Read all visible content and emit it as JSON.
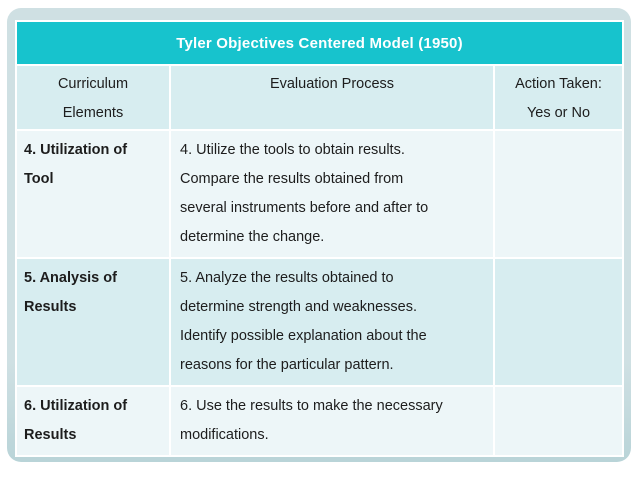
{
  "colors": {
    "accent": "#17c3cd",
    "panel": "#cfe0e3",
    "grid": "#ffffff",
    "row_light": "#edf6f8",
    "row_cyan": "#d7edf0",
    "text": "#1d1d1d",
    "title_text": "#ffffff"
  },
  "table": {
    "title": "Tyler Objectives Centered Model (1950)",
    "headers": [
      "Curriculum\nElements",
      "Evaluation Process",
      "Action Taken:\nYes or No"
    ],
    "rows": [
      {
        "element": "4. Utilization of\nTool",
        "process": "4. Utilize the tools to obtain results.\nCompare the results obtained from\nseveral instruments before and after to\ndetermine the change.",
        "action": ""
      },
      {
        "element": "5. Analysis of\nResults",
        "process": "5. Analyze the results obtained to\ndetermine strength and weaknesses.\nIdentify possible explanation about the\nreasons for the particular pattern.",
        "action": ""
      },
      {
        "element": "6. Utilization of\nResults",
        "process": "6. Use the results to make the necessary\nmodifications.",
        "action": ""
      }
    ]
  }
}
